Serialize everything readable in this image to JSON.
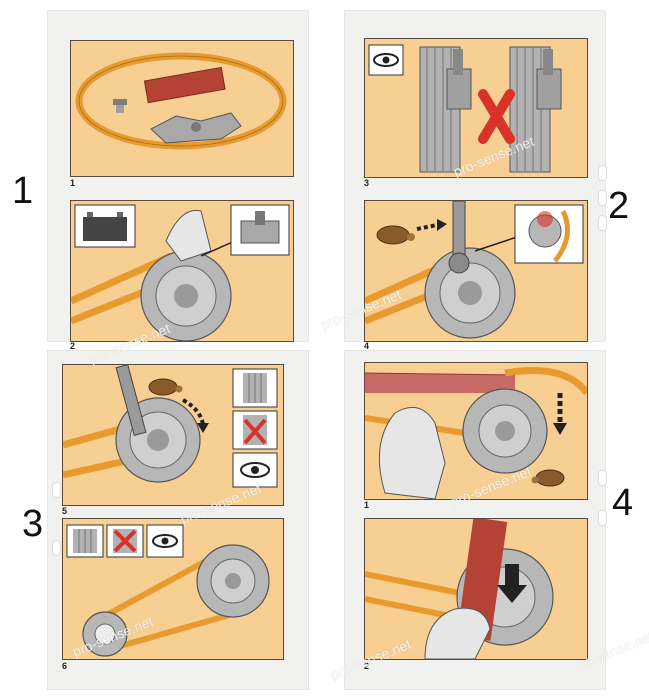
{
  "figure_labels": [
    "1",
    "2",
    "3",
    "4"
  ],
  "panels": [
    {
      "id": "p1-1",
      "step": "1"
    },
    {
      "id": "p1-2",
      "step": "2"
    },
    {
      "id": "p2-3",
      "step": "3"
    },
    {
      "id": "p2-4",
      "step": "4"
    },
    {
      "id": "p3-5",
      "step": "5"
    },
    {
      "id": "p3-6",
      "step": "6"
    },
    {
      "id": "p4-1",
      "step": "1"
    },
    {
      "id": "p4-2",
      "step": "2"
    }
  ],
  "watermark": "pro-sense.net",
  "colors": {
    "panel_bg": "#f8cf92",
    "belt": "#e79a2e",
    "metal": "#a8a8a8",
    "cross": "#d9322b",
    "tape": "#b54335",
    "arrow": "#222222"
  },
  "icons": [
    "eye-icon",
    "tortoise-icon",
    "battery-icon",
    "cross-icon",
    "pulley-icon",
    "hand-icon",
    "wrench-icon"
  ]
}
